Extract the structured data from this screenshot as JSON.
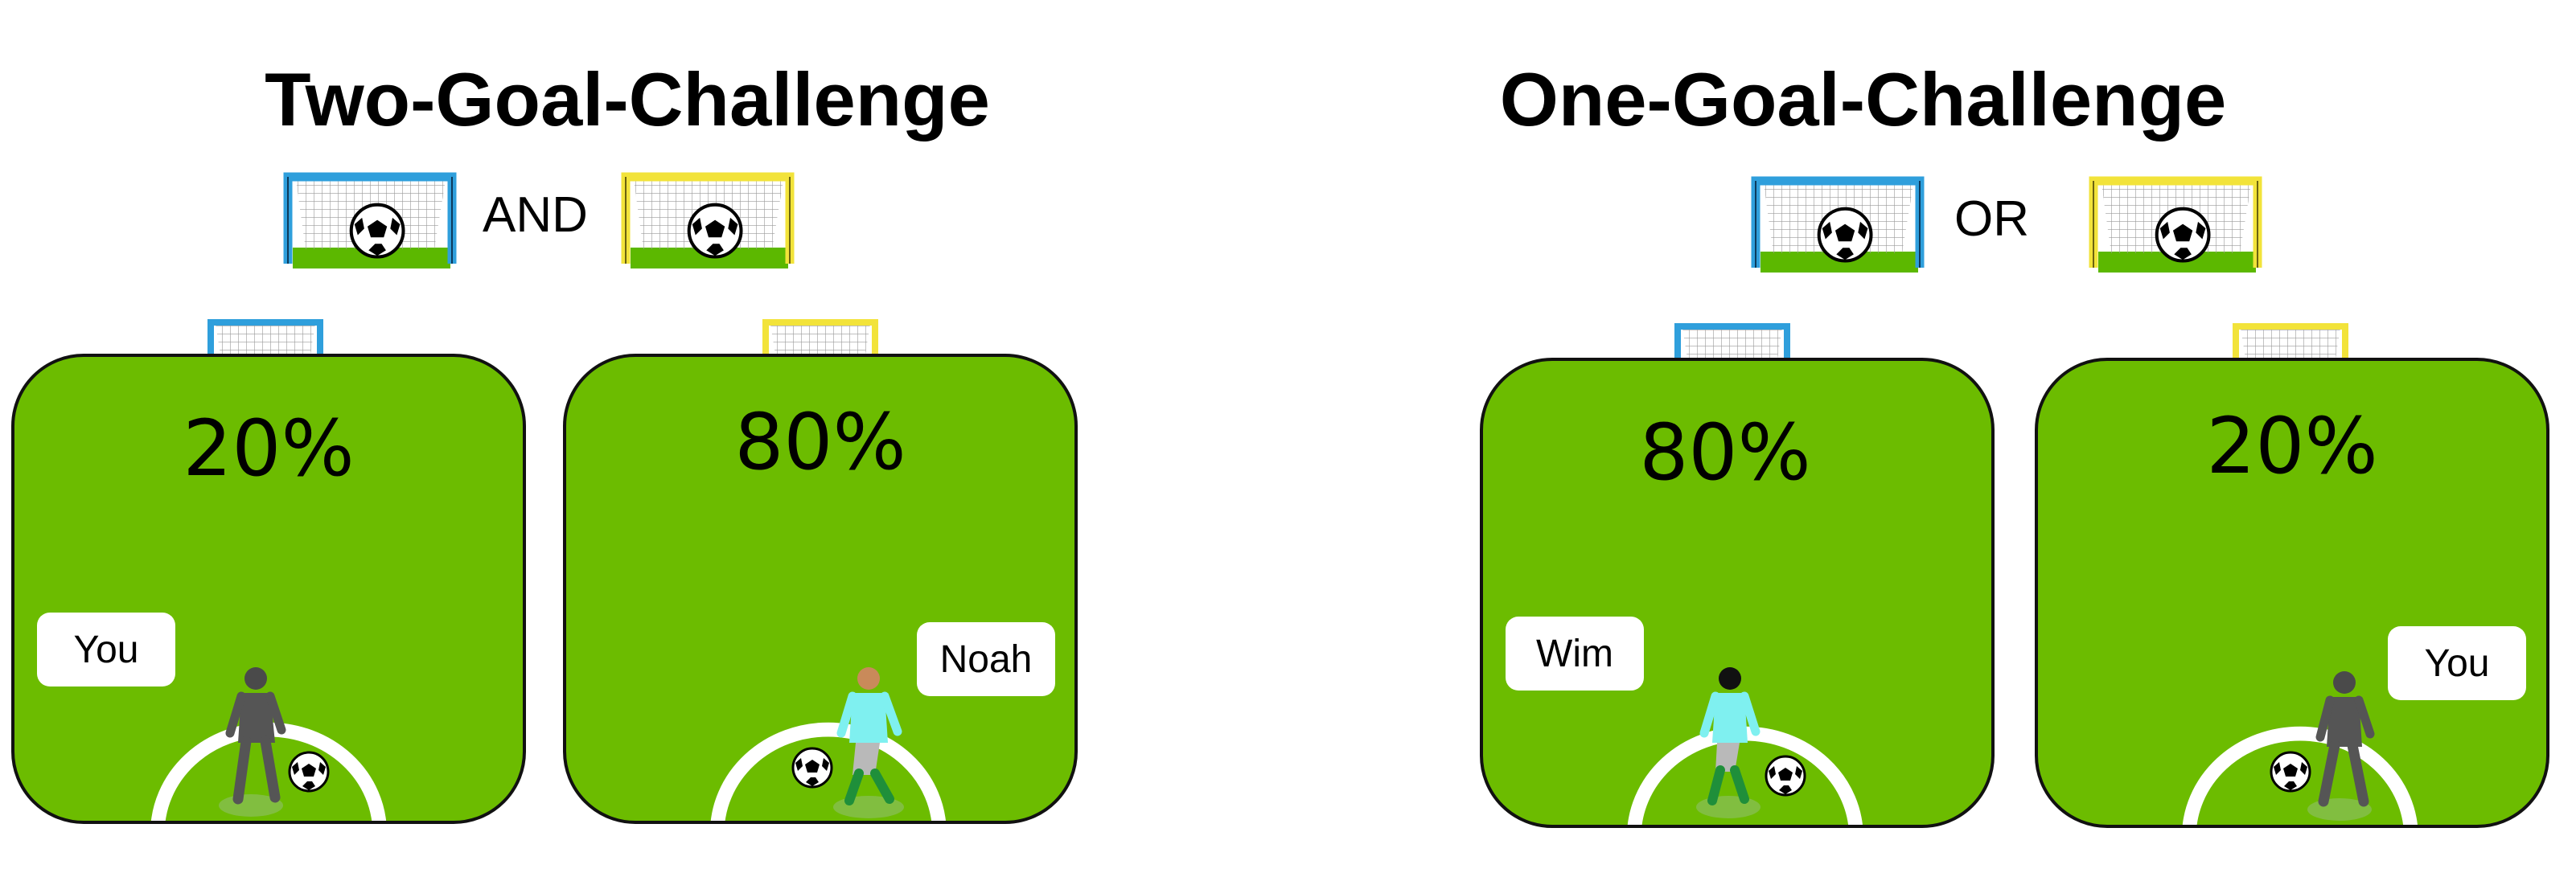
{
  "panels": [
    {
      "title": "Two-Goal-Challenge",
      "connector": "AND",
      "fields": [
        {
          "percent": "20%",
          "player": "You",
          "goal_color": "blue"
        },
        {
          "percent": "80%",
          "player": "Noah",
          "goal_color": "yellow"
        }
      ]
    },
    {
      "title": "One-Goal-Challenge",
      "connector": "OR",
      "fields": [
        {
          "percent": "80%",
          "player": "Wim",
          "goal_color": "blue"
        },
        {
          "percent": "20%",
          "player": "You",
          "goal_color": "yellow"
        }
      ]
    }
  ],
  "colors": {
    "field": "#6cbc00",
    "blue_goal": "#2f9fdc",
    "yellow_goal": "#f2e33a",
    "grass": "#5cb800"
  },
  "icons": [
    "soccer-goal-icon",
    "soccer-ball-icon",
    "player-icon"
  ]
}
